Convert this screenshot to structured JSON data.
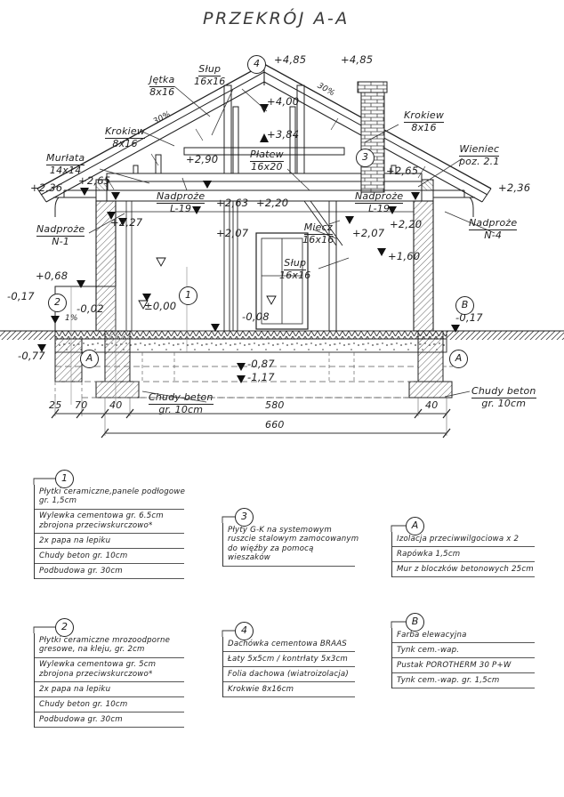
{
  "drawing": {
    "title": "PRZEKRÓJ A-A",
    "slope_label": "30%",
    "levels": {
      "ridge_left": "+4,85",
      "ridge_right": "+4,85",
      "collar": "+4,00",
      "platew_top": "+3,84",
      "attic_floor": "+2,90",
      "wall_top_left": "+2,65",
      "wall_top_right": "+2,65",
      "eave_left": "+2,36",
      "eave_right": "+2,36",
      "lintel_left_low": "+2,27",
      "lintel_mid_high": "+2,63",
      "door_head_mid": "+2,20",
      "door_head_right": "+2,20",
      "window_head_left": "+2,07",
      "window_head_right": "+2,07",
      "sill_right": "+1,60",
      "terrace": "+0,68",
      "terrace_slope": "1%",
      "terrace_step": "-0,02",
      "ground_zero": "±0,00",
      "floor_inner": "-0,08",
      "grade_left": "-0,17",
      "grade_right": "-0,17",
      "grade_low": "-0,77",
      "found_top": "-0,87",
      "found_bottom": "-1,17"
    },
    "members": [
      {
        "name": "Jętka",
        "size": "8x16"
      },
      {
        "name": "Słup",
        "size": "16x16"
      },
      {
        "name": "Krokiew",
        "size": "8x16"
      },
      {
        "name": "Krokiew",
        "size": "8x16"
      },
      {
        "name": "Murłata",
        "size": "14x14"
      },
      {
        "name": "Płatew",
        "size": "16x20"
      },
      {
        "name": "Miecz",
        "size": "16x16"
      },
      {
        "name": "Słup",
        "size": "16x16"
      }
    ],
    "annotations": {
      "wieniec": "Wieniec",
      "wieniec_poz": "poz. 2.1",
      "nadproze": "Nadproże",
      "nadproze_n1": "N-1",
      "nadproze_n4": "N-4",
      "nadproze_l19_left": "L-19",
      "nadproze_l19_right": "L-19",
      "chudy_beton": "Chudy beton",
      "chudy_beton_gr": "gr. 10cm"
    },
    "markers": {
      "m1": "1",
      "m2": "2",
      "m3": "3",
      "m4": "4",
      "mA_left": "A",
      "mA_right": "A",
      "mB_left": "B",
      "mB_right": "B"
    },
    "dimensions": {
      "d25": "25",
      "d70": "70",
      "d40_left": "40",
      "d580": "580",
      "d40_right": "40",
      "total": "660"
    }
  },
  "legends": [
    {
      "id": "1",
      "rows": [
        "Płytki ceramiczne,panele podłogowe\ngr. 1,5cm",
        "Wylewka cementowa gr. 6.5cm\nzbrojona przeciwskurczowo*",
        "2x papa na lepiku",
        "Chudy beton gr. 10cm",
        "Podbudowa gr. 30cm"
      ]
    },
    {
      "id": "2",
      "rows": [
        "Płytki ceramiczne mrozoodporne\ngresowe, na kleju, gr. 2cm",
        "Wylewka cementowa gr. 5cm\nzbrojona przeciwskurczowo*",
        "2x papa na lepiku",
        "Chudy beton gr. 10cm",
        "Podbudowa gr. 30cm"
      ]
    },
    {
      "id": "3",
      "rows": [
        "Płyty G-K na systemowym\nruszcie stalowym zamocowanym\ndo więźby za pomocą\nwieszaków"
      ]
    },
    {
      "id": "4",
      "rows": [
        "Dachówka cementowa BRAAS",
        "Łaty 5x5cm / kontrłaty 5x3cm",
        "Folia dachowa (wiatroizolacja)",
        "Krokwie 8x16cm"
      ]
    },
    {
      "id": "A",
      "rows": [
        "Izolacja przeciwwilgociowa x 2",
        "Rapówka 1,5cm",
        "Mur z bloczków betonowych 25cm"
      ]
    },
    {
      "id": "B",
      "rows": [
        "Farba elewacyjna",
        "Tynk cem.-wap.",
        "Pustak POROTHERM 30 P+W",
        "Tynk cem.-wap. gr. 1,5cm"
      ]
    }
  ]
}
